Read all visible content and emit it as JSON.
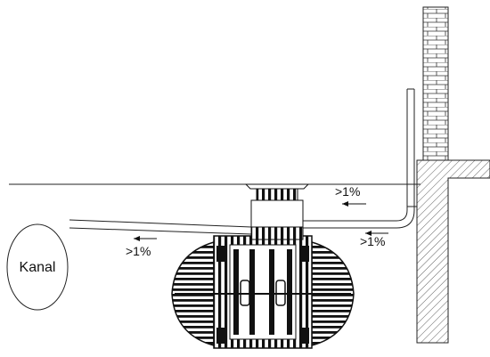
{
  "labels": {
    "kanal": "Kanal",
    "slope_upper": ">1%",
    "slope_right": ">1%",
    "slope_left": ">1%"
  },
  "colors": {
    "line": "#1a1a1a",
    "fill": "#ffffff",
    "tank": "#0d0d0d",
    "hatch": "#555555"
  }
}
